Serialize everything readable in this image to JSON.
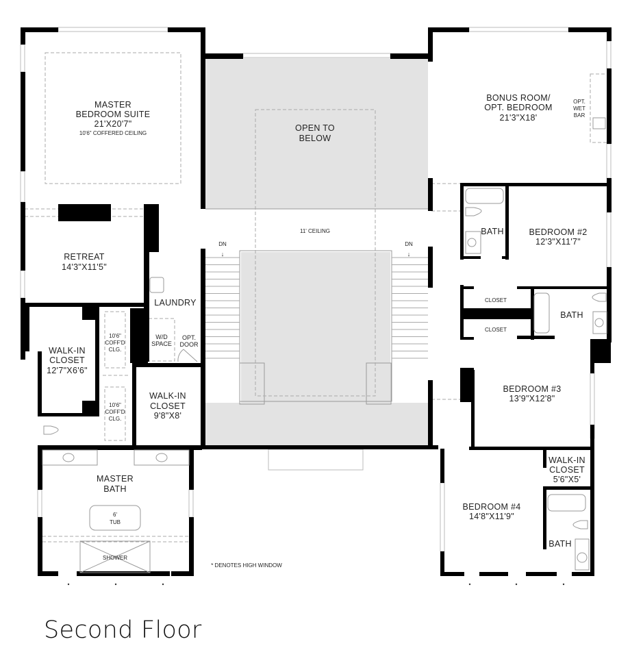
{
  "title": "Second Floor",
  "note": "* DENOTES HIGH WINDOW",
  "rooms": {
    "master_suite": {
      "name1": "MASTER",
      "name2": "BEDROOM SUITE",
      "size": "21'X20'7\"",
      "ceiling": "10'6\" COFFERED CEILING"
    },
    "open_below": {
      "name1": "OPEN TO",
      "name2": "BELOW"
    },
    "loft_ceiling": "11' CEILING",
    "stairs_left": "DN",
    "stairs_right": "DN",
    "bonus": {
      "name1": "BONUS ROOM/",
      "name2": "OPT. BEDROOM",
      "size": "21'3\"X18'"
    },
    "wet_bar": {
      "l1": "OPT.",
      "l2": "WET",
      "l3": "BAR"
    },
    "retreat": {
      "name": "RETREAT",
      "size": "14'3\"X11'5\""
    },
    "laundry": "LAUNDRY",
    "wd_space": {
      "l1": "W/D",
      "l2": "SPACE"
    },
    "opt_door": {
      "l1": "OPT.",
      "l2": "DOOR"
    },
    "wic_master": {
      "l1": "WALK-IN",
      "l2": "CLOSET",
      "size": "12'7\"X6'6\""
    },
    "coff1": {
      "l1": "10'6\"",
      "l2": "COFF'D",
      "l3": "CLG."
    },
    "coff2": {
      "l1": "10'6\"",
      "l2": "COFF'D",
      "l3": "CLG."
    },
    "wic_2": {
      "l1": "WALK-IN",
      "l2": "CLOSET",
      "size": "9'8\"X8'"
    },
    "master_bath": {
      "l1": "MASTER",
      "l2": "BATH",
      "tub1": "6'",
      "tub2": "TUB",
      "shower": "SHOWER"
    },
    "bath_bed2": "BATH",
    "bedroom2": {
      "name": "BEDROOM #2",
      "size": "12'3\"X11'7\""
    },
    "closet_a": "CLOSET",
    "closet_b": "CLOSET",
    "bath_mid": "BATH",
    "bedroom3": {
      "name": "BEDROOM #3",
      "size": "13'9\"X12'8\""
    },
    "wic_bed4": {
      "l1": "WALK-IN",
      "l2": "CLOSET",
      "size": "5'6\"X5'"
    },
    "bedroom4": {
      "name": "BEDROOM #4",
      "size": "14'8\"X11'9\""
    },
    "bath_bed4": "BATH"
  }
}
